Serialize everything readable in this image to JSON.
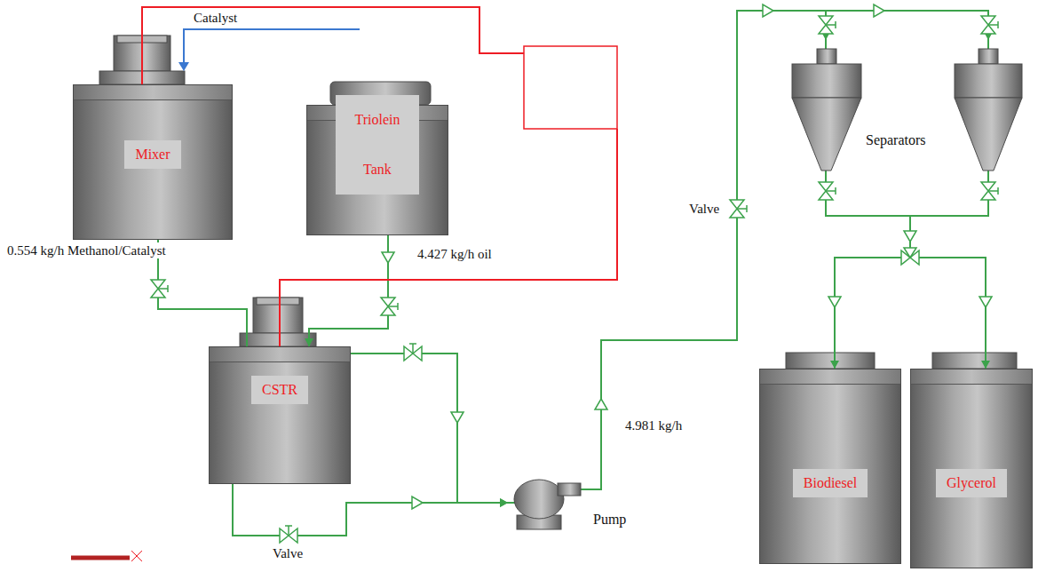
{
  "diagram": {
    "nodes": [
      {
        "text": [
          "Mixer"
        ]
      },
      {
        "text": [
          "Triolein Tank"
        ]
      },
      {
        "text": [
          "Separators"
        ]
      },
      {
        "text": [
          "CSTR"
        ]
      },
      {
        "text": [
          "Pump"
        ]
      },
      {
        "text": [
          "Biodiesel"
        ]
      },
      {
        "text": [
          "Glycerol"
        ]
      }
    ],
    "edges": [
      {
        "from": 0,
        "to": 3,
        "arrow": "none",
        "label": "0.554 kg/h Methanol/Catalyst"
      },
      {
        "from": 1,
        "to": 3,
        "arrow": "to",
        "label": "4.427 kg/h oil"
      },
      {
        "from": 3,
        "to": 4,
        "arrow": "to"
      },
      {
        "from": 3,
        "to": 4,
        "arrow": "to"
      },
      {
        "from": 4,
        "to": 2,
        "arrow": "to",
        "label": "4.981 kg/h"
      },
      {
        "from": 2,
        "to": 5,
        "arrow": "to"
      },
      {
        "from": 2,
        "to": 6,
        "arrow": "to"
      },
      {
        "from": 3,
        "to": 0,
        "arrow": "none"
      }
    ],
    "labels": [
      "Catalyst",
      "Valve",
      "Valve"
    ]
  }
}
